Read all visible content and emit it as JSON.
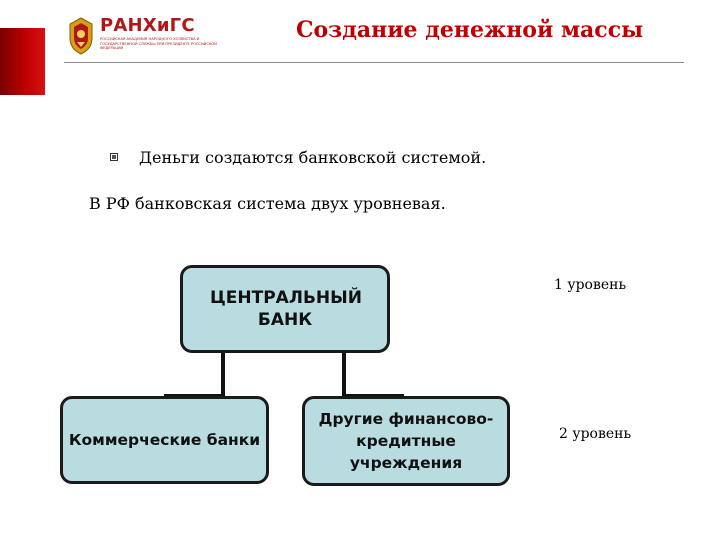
{
  "header": {
    "logo": {
      "title": "РАНХиГС",
      "subtitle": "Российская академия народного хозяйства и государственной службы при президенте российской федерации"
    },
    "title": "Создание денежной массы"
  },
  "content": {
    "bullet": "Деньги создаются банковской системой.",
    "line": "В РФ банковская система двух уровневая."
  },
  "diagram": {
    "central_bank": "ЦЕНТРАЛЬНЫЙ БАНК",
    "commercial_banks": "Коммерческие банки",
    "other_institutions": "Другие финансово-кредитные учреждения",
    "level_1": "1 уровень",
    "level_2": "2 уровень",
    "colors": {
      "box_fill": "#b9dce0",
      "title_red": "#c00000"
    }
  }
}
